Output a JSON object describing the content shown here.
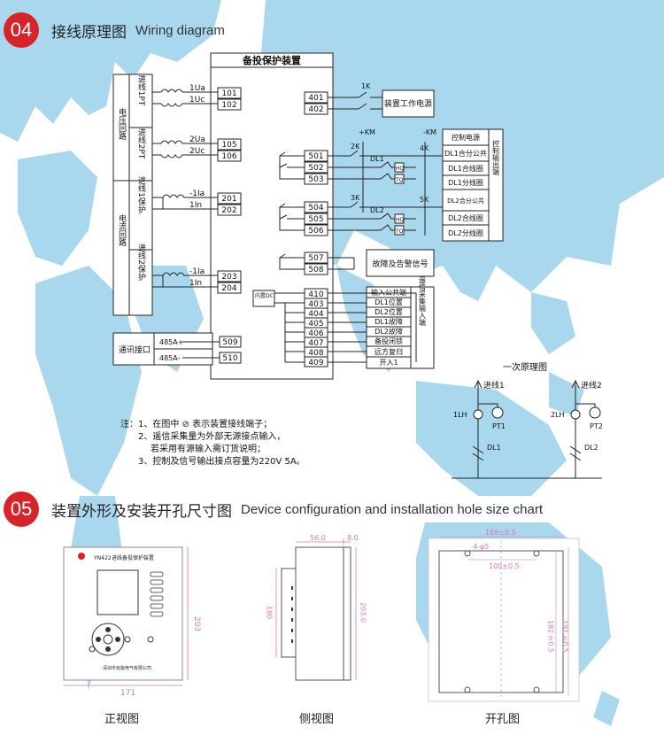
{
  "sections": [
    {
      "number": "04",
      "title_zh": "接线原理图",
      "title_en": "Wiring diagram"
    },
    {
      "number": "05",
      "title_zh": "装置外形及安装开孔尺寸图",
      "title_en": "Device configuration and installation hole size chart"
    }
  ],
  "wiring": {
    "device_title": "备投保护装置",
    "groups": {
      "voltage": "电压回路",
      "current": "电流回路",
      "line1_pt": "进线1PT",
      "line2_pt": "进线2PT",
      "line1_prot": "进线1保护",
      "line2_prot": "进线2保护"
    },
    "input_labels": [
      "1Ua",
      "1Uc",
      "2Ua",
      "2Uc",
      "-1Ia",
      "1In",
      "-1Ia",
      "1In"
    ],
    "input_terminals": [
      "101",
      "102",
      "105",
      "106",
      "201",
      "202",
      "203",
      "204"
    ],
    "comm": {
      "label": "通讯接口",
      "a": "485A+",
      "b": "485A-",
      "t1": "509",
      "t2": "510"
    },
    "power": {
      "t1": "401",
      "t2": "402",
      "switch": "1K",
      "box": "装置工作电源"
    },
    "control_terminals": [
      "501",
      "502",
      "503",
      "504",
      "505",
      "506"
    ],
    "control_symbols": {
      "plus_km": "+KM",
      "minus_km": "-KM",
      "k2": "2K",
      "k3": "3K",
      "k4": "4K",
      "k5": "5K",
      "dl1": "DL1",
      "dl2": "DL2",
      "hq": "HQ",
      "tq": "TQ"
    },
    "control_outputs": [
      "控制电源",
      "DL1合分公共",
      "DL1合线圈",
      "DL1分线圈",
      "DL2合分公共",
      "DL2合线圈",
      "DL2分线圈"
    ],
    "control_output_label": "控制输出端",
    "alarm_terminals": [
      "507",
      "508"
    ],
    "alarm_label": "故障及告警信号",
    "signal_terminals": [
      "410",
      "403",
      "404",
      "405",
      "406",
      "407",
      "408",
      "409"
    ],
    "internal_dc": "内置DC",
    "signal_items": [
      "输入公共端",
      "DL1位置",
      "DL2位置",
      "DL1故障",
      "DL2故障",
      "备投闭锁",
      "远方复归",
      "开入1"
    ],
    "signal_label": "遥信采集输入端",
    "primary": {
      "title": "一次原理图",
      "line1": "进线1",
      "line2": "进线2",
      "lh1": "1LH",
      "lh2": "2LH",
      "pt1": "PT1",
      "pt2": "PT2",
      "dl1": "DL1",
      "dl2": "DL2"
    },
    "notes": [
      "注：1、在图中 ⊘ 表示装置接线端子；",
      "2、遥信采集量为外部无源接点输入，",
      "若采用有源输入需订货说明；",
      "3、控制及信号输出接点容量为220V 5A。"
    ]
  },
  "install": {
    "front": {
      "model": "YN422",
      "name": "进线备投保护装置",
      "company": "深圳市有能电气有限公司",
      "height": "203",
      "width": "171",
      "caption": "正视图"
    },
    "side": {
      "top1": "56.0",
      "top2": "8.0",
      "h1": "180",
      "h2": "203.0",
      "caption": "侧视图"
    },
    "cutout": {
      "w": "169±0.5",
      "hole": "4-φ5",
      "inner": "100±0.5",
      "h1": "182±0.5",
      "h2": "191±0.5",
      "caption": "开孔图"
    }
  },
  "colors": {
    "badge": "#d9232a",
    "map": "#a9d8ee",
    "dimension": "#d07ab0"
  }
}
